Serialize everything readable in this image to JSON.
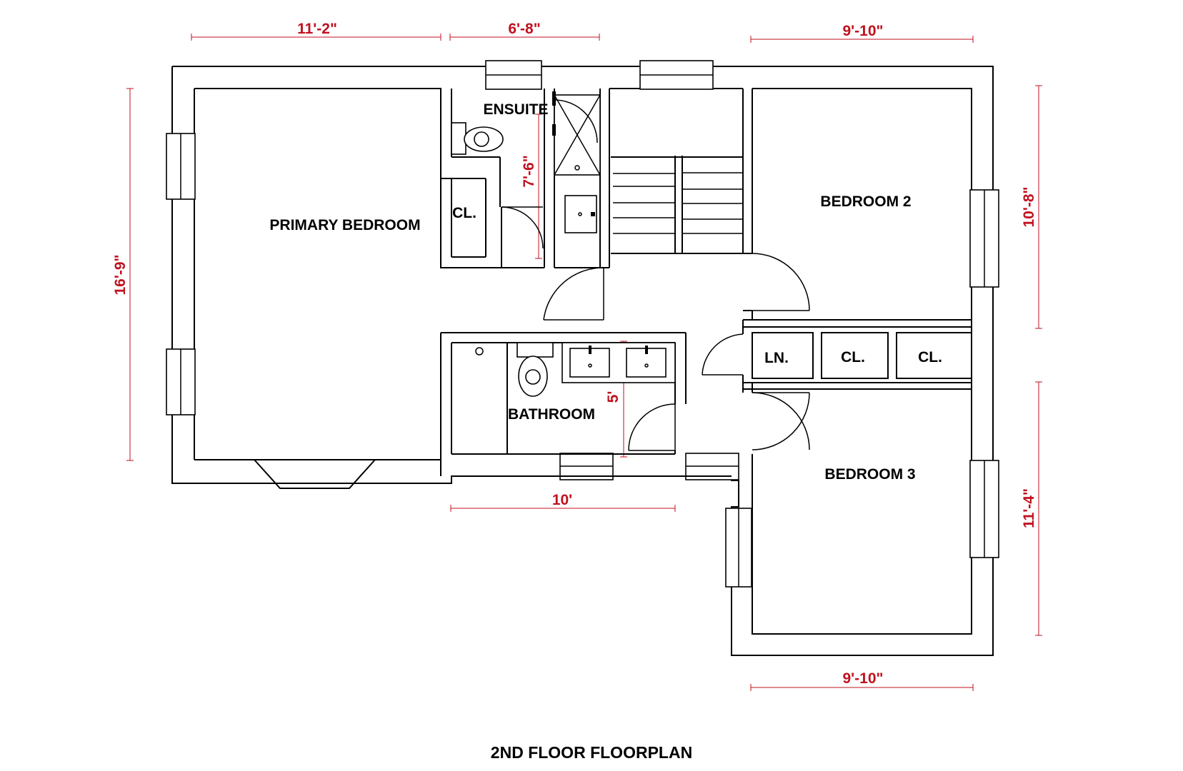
{
  "title": "2ND FLOOR FLOORPLAN",
  "rooms": {
    "primary_bedroom": "PRIMARY BEDROOM",
    "ensuite": "ENSUITE",
    "closet_primary": "CL.",
    "bedroom_2": "BEDROOM 2",
    "bedroom_3": "BEDROOM 3",
    "bathroom": "BATHROOM",
    "linen": "LN.",
    "closet_b2": "CL.",
    "closet_b3": "CL."
  },
  "dimensions": {
    "top_primary_width": "11'-2\"",
    "top_ensuite_width": "6'-8\"",
    "top_bedroom2_width": "9'-10\"",
    "left_height": "16'-9\"",
    "right_bedroom2_height": "10'-8\"",
    "right_bedroom3_height": "11'-4\"",
    "ensuite_height": "7'-6\"",
    "bathroom_height": "5'",
    "bathroom_width": "10'",
    "bottom_bedroom3_width": "9'-10\""
  },
  "colors": {
    "walls": "#000000",
    "dimensions": "#c0121f",
    "background": "#ffffff"
  }
}
